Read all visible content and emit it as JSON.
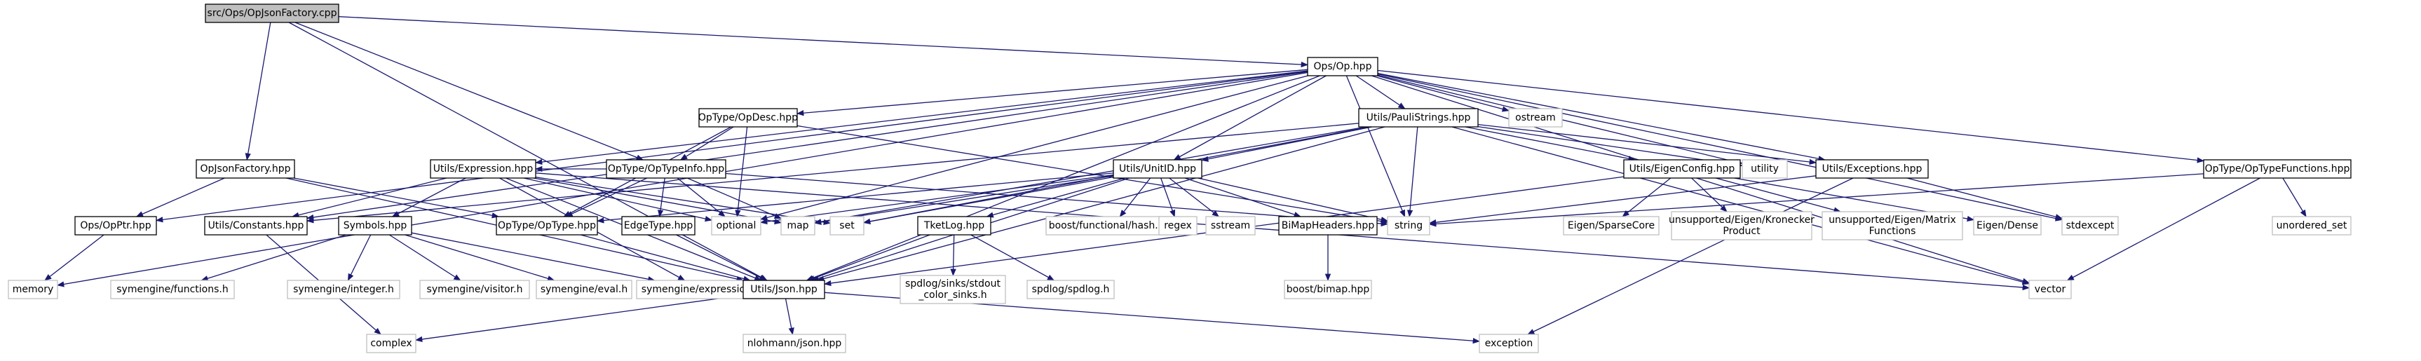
{
  "graph": {
    "colors": {
      "edge": "#191970",
      "root_fill": "#bfbfbf",
      "internal_fill": "#ffffff",
      "internal_border": "#000000",
      "external_border": "#bfbfbf",
      "text": "#000000"
    },
    "nodes": [
      {
        "id": "root",
        "label": "src/Ops/OpJsonFactory.cpp",
        "kind": "root"
      },
      {
        "id": "ops_op",
        "label": "Ops/Op.hpp",
        "kind": "internal"
      },
      {
        "id": "opjsonfactory_hpp",
        "label": "OpJsonFactory.hpp",
        "kind": "internal"
      },
      {
        "id": "optype_opdesc",
        "label": "OpType/OpDesc.hpp",
        "kind": "internal"
      },
      {
        "id": "utils_paulistrings",
        "label": "Utils/PauliStrings.hpp",
        "kind": "internal"
      },
      {
        "id": "ostream",
        "label": "ostream",
        "kind": "external"
      },
      {
        "id": "optype_optypefunctions",
        "label": "OpType/OpTypeFunctions.hpp",
        "kind": "internal"
      },
      {
        "id": "utils_expression",
        "label": "Utils/Expression.hpp",
        "kind": "internal"
      },
      {
        "id": "optype_optypeinfo",
        "label": "OpType/OpTypeInfo.hpp",
        "kind": "internal"
      },
      {
        "id": "utils_unitid",
        "label": "Utils/UnitID.hpp",
        "kind": "internal"
      },
      {
        "id": "utils_eigenconfig",
        "label": "Utils/EigenConfig.hpp",
        "kind": "internal"
      },
      {
        "id": "utility",
        "label": "utility",
        "kind": "external"
      },
      {
        "id": "utils_exceptions",
        "label": "Utils/Exceptions.hpp",
        "kind": "internal"
      },
      {
        "id": "ops_opptr",
        "label": "Ops/OpPtr.hpp",
        "kind": "internal"
      },
      {
        "id": "utils_constants",
        "label": "Utils/Constants.hpp",
        "kind": "internal"
      },
      {
        "id": "symbols",
        "label": "Symbols.hpp",
        "kind": "internal"
      },
      {
        "id": "optype_optype",
        "label": "OpType/OpType.hpp",
        "kind": "internal"
      },
      {
        "id": "edgetype",
        "label": "EdgeType.hpp",
        "kind": "internal"
      },
      {
        "id": "optional",
        "label": "optional",
        "kind": "external"
      },
      {
        "id": "map",
        "label": "map",
        "kind": "external"
      },
      {
        "id": "set",
        "label": "set",
        "kind": "external"
      },
      {
        "id": "tketlog",
        "label": "TketLog.hpp",
        "kind": "internal"
      },
      {
        "id": "boost_hash",
        "label": "boost/functional/hash.hpp",
        "kind": "external"
      },
      {
        "id": "regex",
        "label": "regex",
        "kind": "external"
      },
      {
        "id": "sstream",
        "label": "sstream",
        "kind": "external"
      },
      {
        "id": "bimapheaders",
        "label": "BiMapHeaders.hpp",
        "kind": "internal"
      },
      {
        "id": "string",
        "label": "string",
        "kind": "external"
      },
      {
        "id": "eigen_sparsecore",
        "label": "Eigen/SparseCore",
        "kind": "external"
      },
      {
        "id": "eigen_kronecker",
        "label": [
          "unsupported/Eigen/Kronecker",
          "Product"
        ],
        "kind": "external"
      },
      {
        "id": "eigen_matrixfunctions",
        "label": [
          "unsupported/Eigen/Matrix",
          "Functions"
        ],
        "kind": "external"
      },
      {
        "id": "eigen_dense",
        "label": "Eigen/Dense",
        "kind": "external"
      },
      {
        "id": "stdexcept",
        "label": "stdexcept",
        "kind": "external"
      },
      {
        "id": "unordered_set",
        "label": "unordered_set",
        "kind": "external"
      },
      {
        "id": "memory",
        "label": "memory",
        "kind": "external"
      },
      {
        "id": "sym_functions",
        "label": "symengine/functions.h",
        "kind": "external"
      },
      {
        "id": "sym_integer",
        "label": "symengine/integer.h",
        "kind": "external"
      },
      {
        "id": "sym_visitor",
        "label": "symengine/visitor.h",
        "kind": "external"
      },
      {
        "id": "sym_eval",
        "label": "symengine/eval.h",
        "kind": "external"
      },
      {
        "id": "sym_expression",
        "label": "symengine/expression.h",
        "kind": "external"
      },
      {
        "id": "utils_json",
        "label": "Utils/Json.hpp",
        "kind": "internal"
      },
      {
        "id": "spdlog_sinks",
        "label": [
          "spdlog/sinks/stdout",
          "_color_sinks.h"
        ],
        "kind": "external"
      },
      {
        "id": "spdlog_spdlog",
        "label": "spdlog/spdlog.h",
        "kind": "external"
      },
      {
        "id": "boost_bimap",
        "label": "boost/bimap.hpp",
        "kind": "external"
      },
      {
        "id": "vector",
        "label": "vector",
        "kind": "external"
      },
      {
        "id": "complex",
        "label": "complex",
        "kind": "external"
      },
      {
        "id": "nlohmann_json",
        "label": "nlohmann/json.hpp",
        "kind": "external"
      },
      {
        "id": "exception",
        "label": "exception",
        "kind": "external"
      }
    ],
    "edges": [
      [
        "root",
        "ops_op"
      ],
      [
        "root",
        "opjsonfactory_hpp"
      ],
      [
        "root",
        "optype_optypeinfo"
      ],
      [
        "root",
        "utils_json"
      ],
      [
        "ops_op",
        "optype_opdesc"
      ],
      [
        "ops_op",
        "utils_paulistrings"
      ],
      [
        "ops_op",
        "ostream"
      ],
      [
        "ops_op",
        "optype_optypefunctions"
      ],
      [
        "ops_op",
        "utils_expression"
      ],
      [
        "ops_op",
        "utils_unitid"
      ],
      [
        "ops_op",
        "utility"
      ],
      [
        "ops_op",
        "utils_exceptions"
      ],
      [
        "ops_op",
        "ops_opptr"
      ],
      [
        "ops_op",
        "utils_constants"
      ],
      [
        "ops_op",
        "optional"
      ],
      [
        "ops_op",
        "string"
      ],
      [
        "ops_op",
        "utils_json"
      ],
      [
        "ops_op",
        "memory"
      ],
      [
        "ops_op",
        "vector"
      ],
      [
        "ops_op",
        "stdexcept"
      ],
      [
        "opjsonfactory_hpp",
        "ops_opptr"
      ],
      [
        "opjsonfactory_hpp",
        "optype_optype"
      ],
      [
        "opjsonfactory_hpp",
        "utils_json"
      ],
      [
        "optype_opdesc",
        "optype_optypeinfo"
      ],
      [
        "optype_opdesc",
        "optype_optype"
      ],
      [
        "optype_opdesc",
        "optional"
      ],
      [
        "optype_opdesc",
        "string"
      ],
      [
        "utils_paulistrings",
        "utils_unitid"
      ],
      [
        "utils_paulistrings",
        "utils_eigenconfig"
      ],
      [
        "utils_paulistrings",
        "utils_constants"
      ],
      [
        "utils_paulistrings",
        "utils_json"
      ],
      [
        "utils_paulistrings",
        "string"
      ],
      [
        "utils_paulistrings",
        "utility"
      ],
      [
        "utils_paulistrings",
        "utils_exceptions"
      ],
      [
        "utils_paulistrings",
        "set"
      ],
      [
        "utils_paulistrings",
        "map"
      ],
      [
        "utils_paulistrings",
        "vector"
      ],
      [
        "optype_optypefunctions",
        "vector"
      ],
      [
        "optype_optypefunctions",
        "unordered_set"
      ],
      [
        "optype_optypefunctions",
        "string"
      ],
      [
        "utils_expression",
        "utils_constants"
      ],
      [
        "utils_expression",
        "symbols"
      ],
      [
        "utils_expression",
        "utils_json"
      ],
      [
        "utils_expression",
        "set"
      ],
      [
        "utils_expression",
        "optional"
      ],
      [
        "utils_expression",
        "map"
      ],
      [
        "utils_expression",
        "sym_expression"
      ],
      [
        "utils_expression",
        "vector"
      ],
      [
        "optype_optypeinfo",
        "edgetype"
      ],
      [
        "optype_optypeinfo",
        "optype_optype"
      ],
      [
        "optype_optypeinfo",
        "utils_expression"
      ],
      [
        "optype_optypeinfo",
        "optional"
      ],
      [
        "optype_optypeinfo",
        "map"
      ],
      [
        "optype_optypeinfo",
        "string"
      ],
      [
        "utils_unitid",
        "optype_optype"
      ],
      [
        "utils_unitid",
        "tketlog"
      ],
      [
        "utils_unitid",
        "boost_hash"
      ],
      [
        "utils_unitid",
        "regex"
      ],
      [
        "utils_unitid",
        "sstream"
      ],
      [
        "utils_unitid",
        "bimapheaders"
      ],
      [
        "utils_unitid",
        "string"
      ],
      [
        "utils_unitid",
        "utils_json"
      ],
      [
        "utils_unitid",
        "set"
      ],
      [
        "utils_unitid",
        "map"
      ],
      [
        "utils_unitid",
        "optional"
      ],
      [
        "utils_eigenconfig",
        "eigen_sparsecore"
      ],
      [
        "utils_eigenconfig",
        "eigen_kronecker"
      ],
      [
        "utils_eigenconfig",
        "eigen_matrixfunctions"
      ],
      [
        "utils_eigenconfig",
        "eigen_dense"
      ],
      [
        "utils_eigenconfig",
        "utils_json"
      ],
      [
        "utils_exceptions",
        "stdexcept"
      ],
      [
        "utils_exceptions",
        "string"
      ],
      [
        "utils_exceptions",
        "exception"
      ],
      [
        "ops_opptr",
        "memory"
      ],
      [
        "utils_constants",
        "complex"
      ],
      [
        "symbols",
        "sym_functions"
      ],
      [
        "symbols",
        "sym_integer"
      ],
      [
        "symbols",
        "sym_visitor"
      ],
      [
        "symbols",
        "sym_eval"
      ],
      [
        "symbols",
        "sym_expression"
      ],
      [
        "optype_optype",
        "utils_json"
      ],
      [
        "edgetype",
        "utils_json"
      ],
      [
        "tketlog",
        "spdlog_sinks"
      ],
      [
        "tketlog",
        "spdlog_spdlog"
      ],
      [
        "tketlog",
        "utils_json"
      ],
      [
        "bimapheaders",
        "boost_bimap"
      ],
      [
        "utils_json",
        "nlohmann_json"
      ],
      [
        "utils_json",
        "complex"
      ],
      [
        "utils_json",
        "exception"
      ]
    ]
  }
}
